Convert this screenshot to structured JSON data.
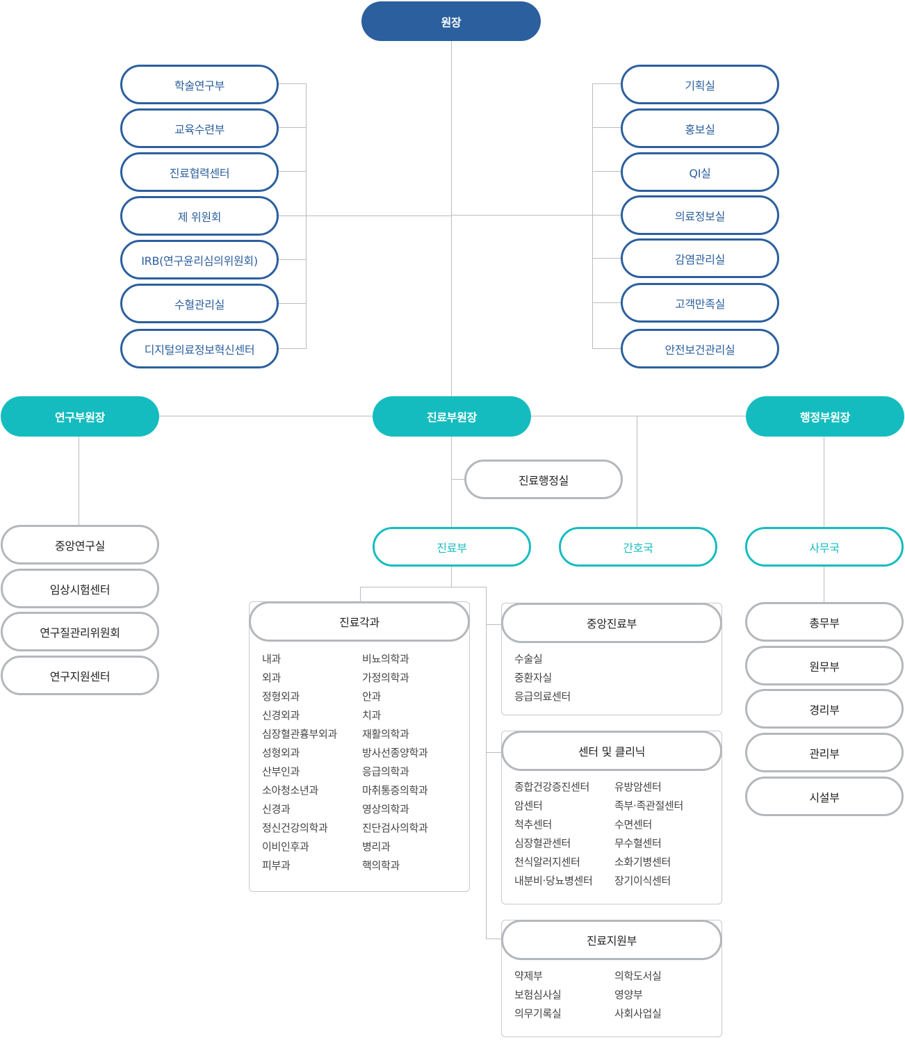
{
  "director": "원장",
  "left_units": [
    "학술연구부",
    "교육수련부",
    "진료협력센터",
    "제 위원회",
    "IRB(연구윤리심의위원회)",
    "수혈관리실",
    "디지털의료정보혁신센터"
  ],
  "right_units": [
    "기획실",
    "홍보실",
    "QI실",
    "의료정보실",
    "감염관리실",
    "고객만족실",
    "안전보건관리실"
  ],
  "vice_directors": {
    "research": "연구부원장",
    "medical": "진료부원장",
    "admin": "행정부원장"
  },
  "research_units": [
    "중앙연구실",
    "임상시험센터",
    "연구질관리위원회",
    "연구지원센터"
  ],
  "medical_admin_office": "진료행정실",
  "medical_dept": "진료부",
  "nursing_dept": "간호국",
  "admin_bureau": "사무국",
  "admin_units": [
    "총무부",
    "원무부",
    "경리부",
    "관리부",
    "시설부"
  ],
  "clinical_departments": {
    "title": "진료각과",
    "col1": [
      "내과",
      "외과",
      "정형외과",
      "신경외과",
      "심장혈관흉부외과",
      "성형외과",
      "산부인과",
      "소아청소년과",
      "신경과",
      "정신건강의학과",
      "이비인후과",
      "피부과"
    ],
    "col2": [
      "비뇨의학과",
      "가정의학과",
      "안과",
      "치과",
      "재활의학과",
      "방사선종양학과",
      "응급의학과",
      "마취통증의학과",
      "영상의학과",
      "진단검사의학과",
      "병리과",
      "핵의학과"
    ]
  },
  "central_medical": {
    "title": "중앙진료부",
    "items": [
      "수술실",
      "중환자실",
      "응급의료센터"
    ]
  },
  "centers_clinics": {
    "title": "센터 및 클리닉",
    "col1": [
      "종합건강증진센터",
      "암센터",
      "척추센터",
      "심장혈관센터",
      "천식알러지센터",
      "내분비·당뇨병센터"
    ],
    "col2": [
      "유방암센터",
      "족부·족관절센터",
      "수면센터",
      "무수혈센터",
      "소화기병센터",
      "장기이식센터"
    ]
  },
  "medical_support": {
    "title": "진료지원부",
    "col1": [
      "약제부",
      "보험심사실",
      "의무기록실"
    ],
    "col2": [
      "의학도서실",
      "영양부",
      "사회사업실"
    ]
  },
  "colors": {
    "navy": "#2b5f9e",
    "teal": "#15bcbf",
    "gray_border": "#b4b7bb",
    "line": "#bbbbbb"
  }
}
